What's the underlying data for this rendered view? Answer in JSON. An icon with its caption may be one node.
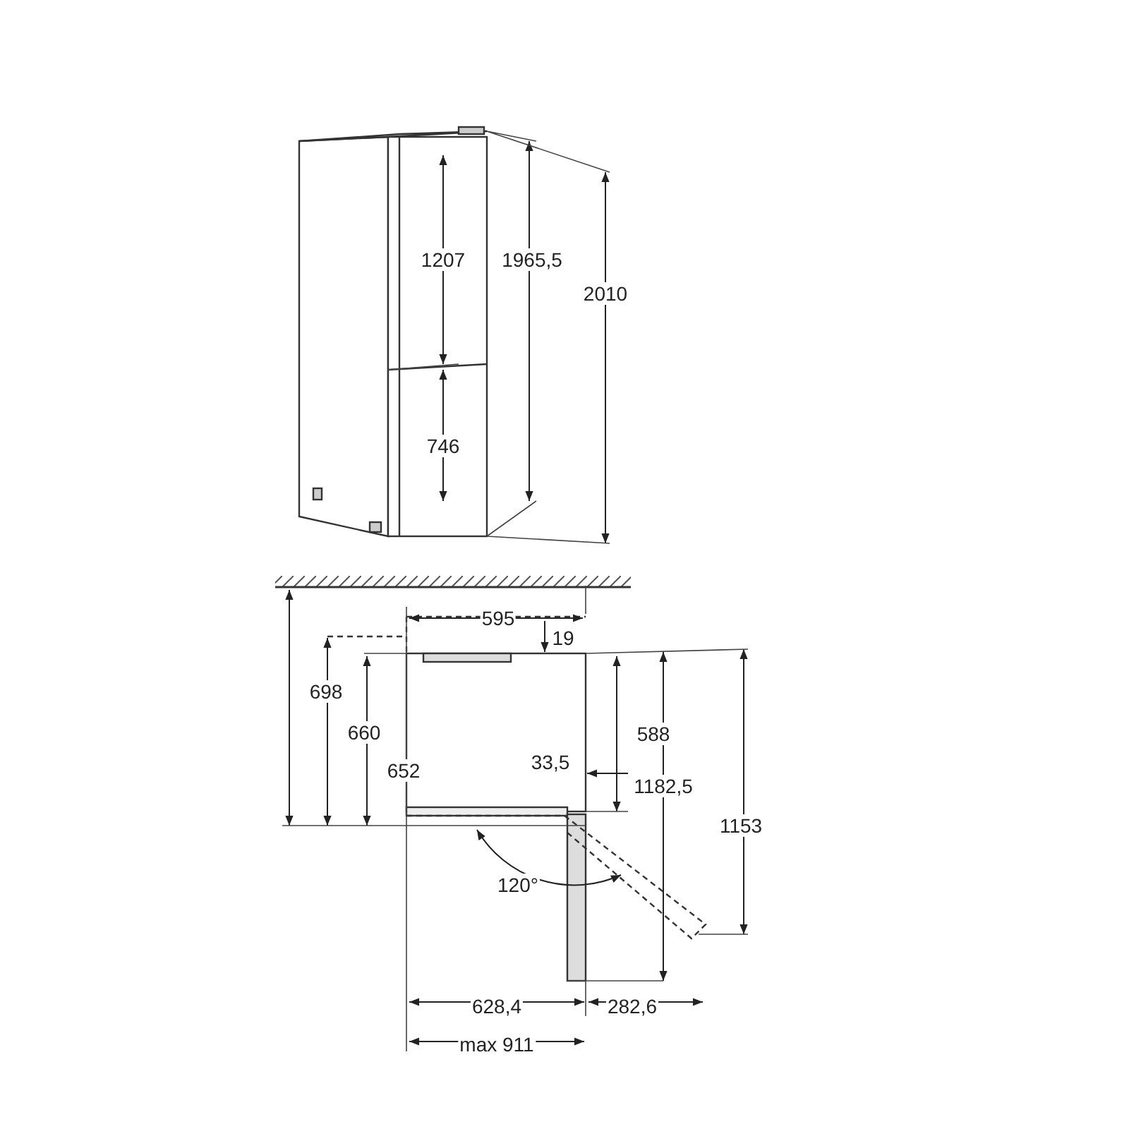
{
  "diagram": {
    "labels": [
      "1207",
      "1965,5",
      "2010",
      "746",
      "595",
      "19",
      "698",
      "660",
      "652",
      "588",
      "33,5",
      "1182,5",
      "1153",
      "120°",
      "628,4",
      "282,6",
      "max 911"
    ]
  }
}
